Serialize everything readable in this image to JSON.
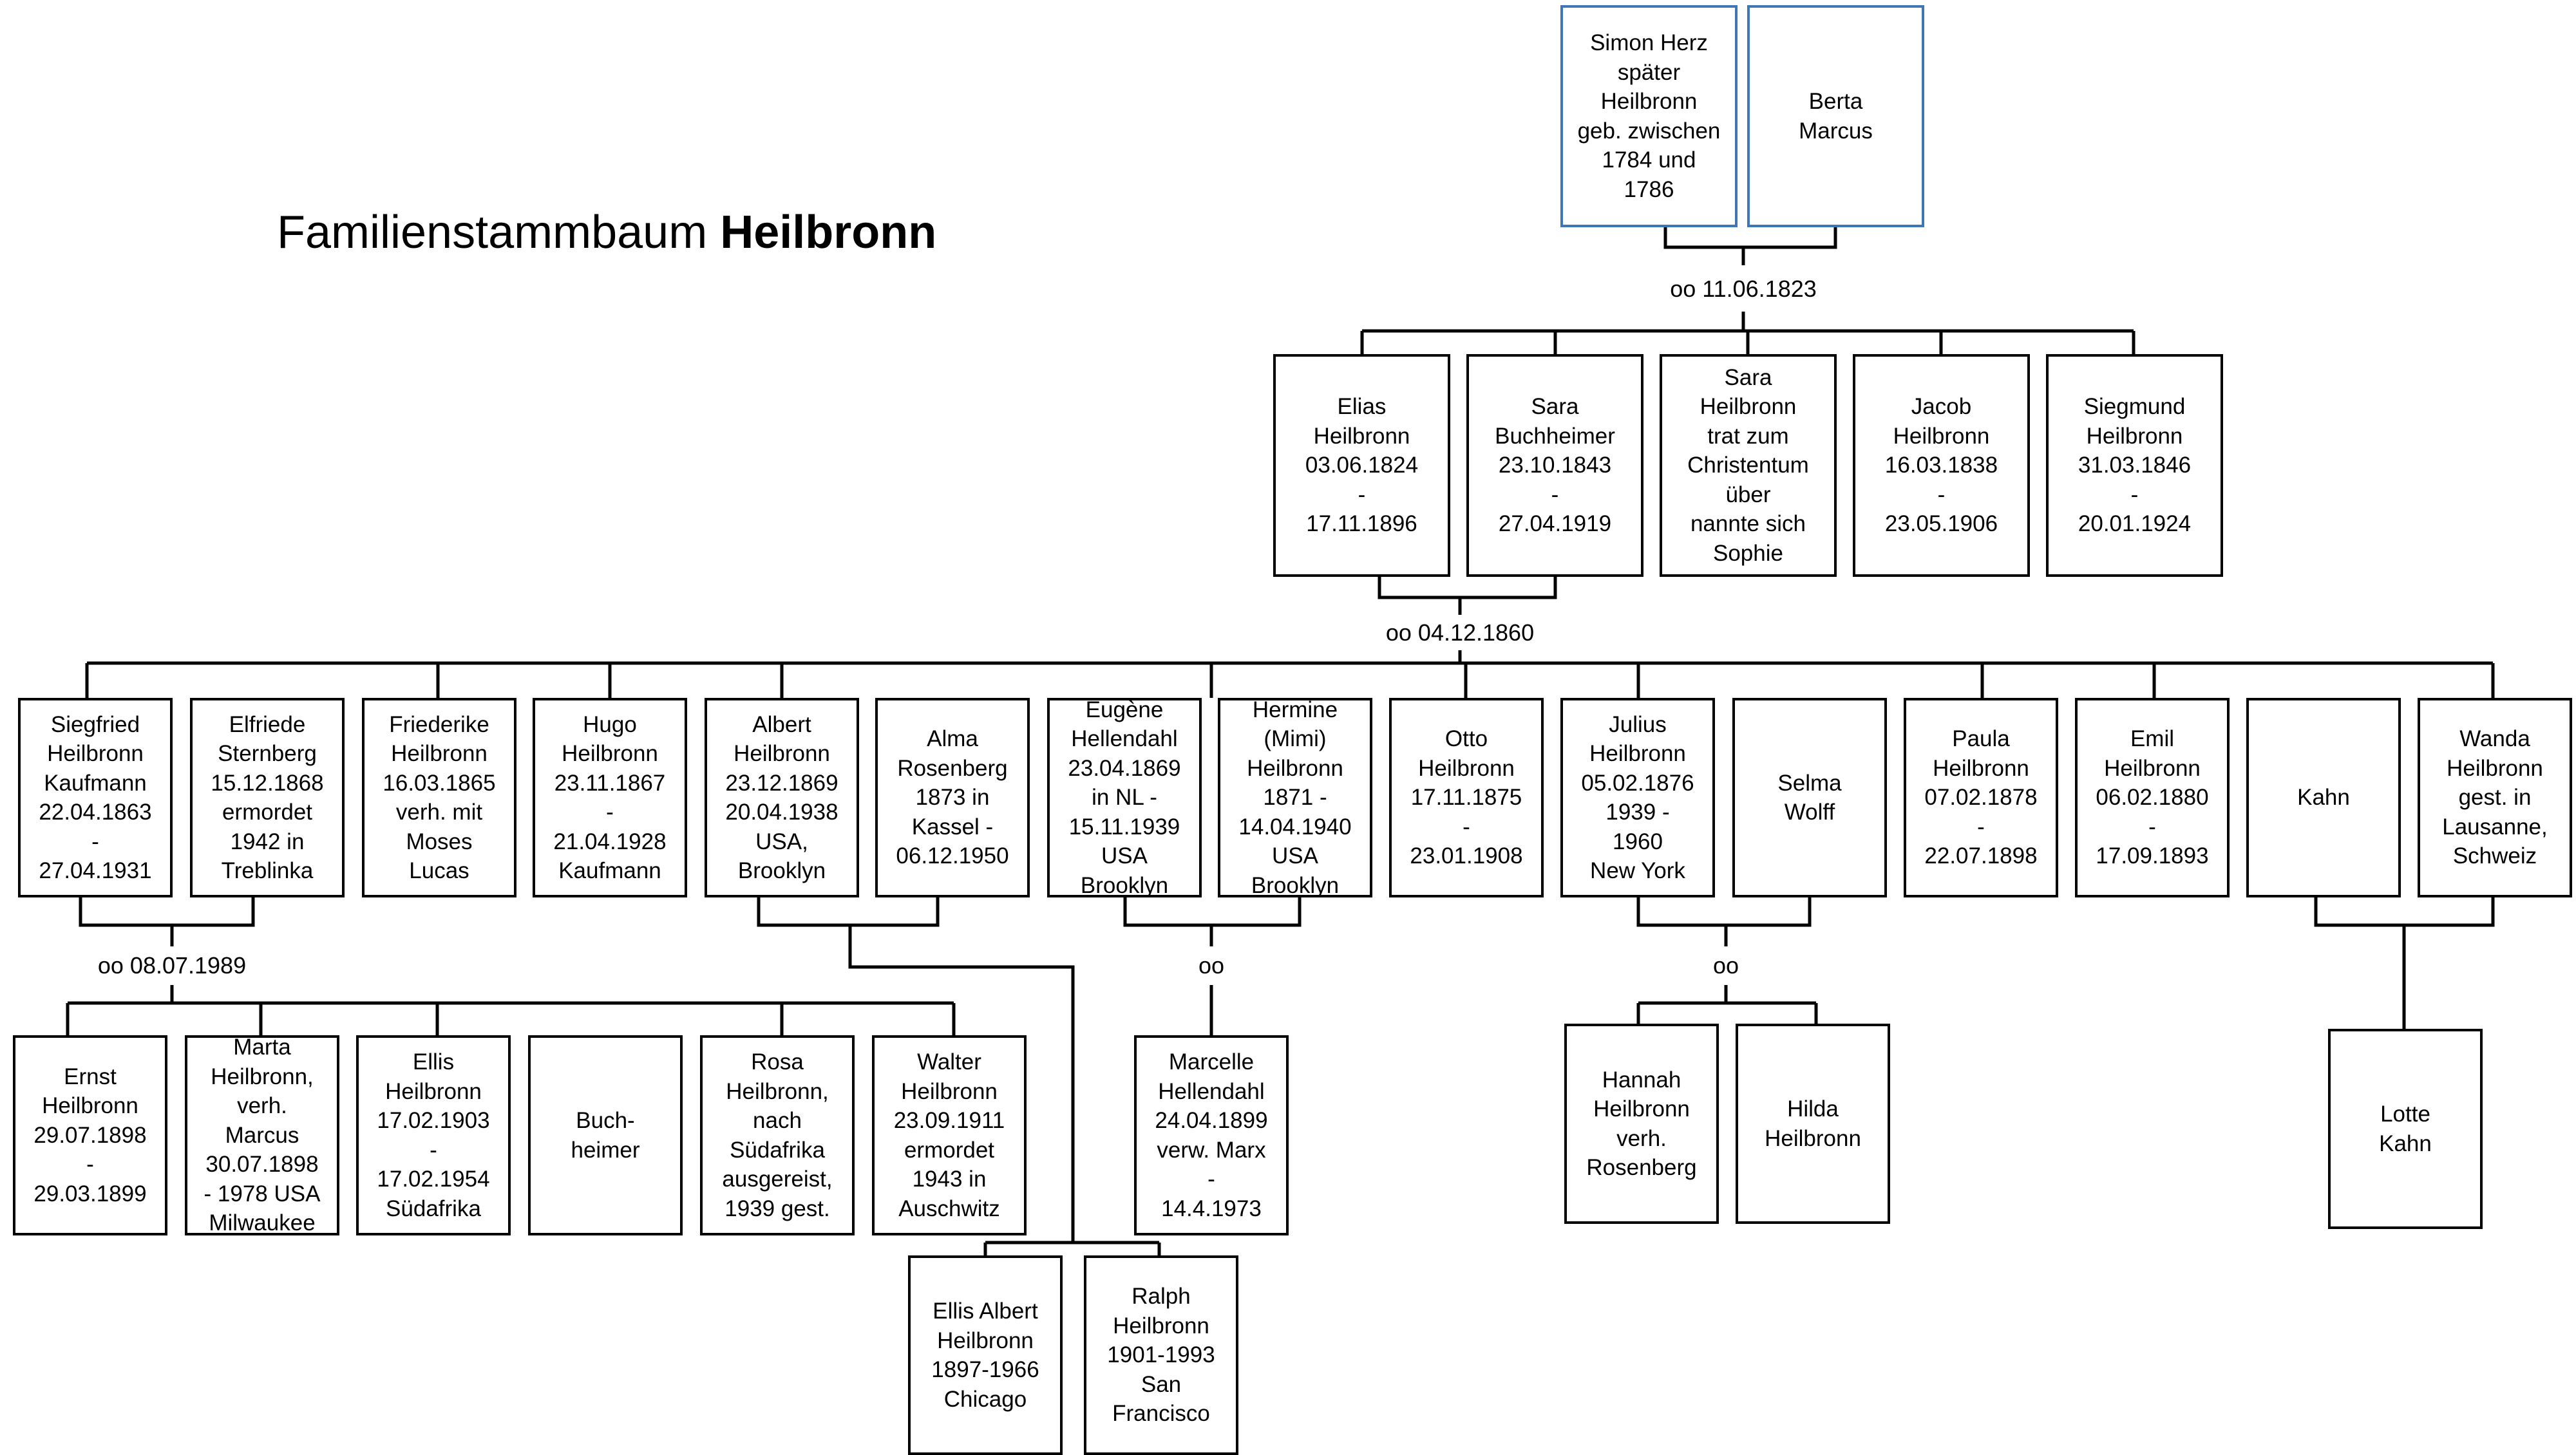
{
  "title": {
    "prefix": "Familienstammbaum",
    "name": "Heilbronn"
  },
  "persons": {
    "simon": "Simon Herz\nspäter\nHeilbronn\ngeb. zwischen\n1784 und\n1786",
    "berta": "Berta\nMarcus",
    "elias": "Elias\nHeilbronn\n03.06.1824\n-\n17.11.1896",
    "sara_b": "Sara\nBuchheimer\n23.10.1843\n-\n27.04.1919",
    "sara_h": "Sara\nHeilbronn\ntrat zum\nChristentum\nüber\nnannte sich\nSophie",
    "jacob": "Jacob\nHeilbronn\n16.03.1838\n-\n23.05.1906",
    "siegmund": "Siegmund\nHeilbronn\n31.03.1846\n-\n20.01.1924",
    "siegfried": "Siegfried\nHeilbronn\nKaufmann\n22.04.1863\n-\n27.04.1931",
    "elfriede": "Elfriede\nSternberg\n15.12.1868\nermordet\n1942 in\nTreblinka",
    "friederike": "Friederike\nHeilbronn\n16.03.1865\nverh. mit\nMoses\nLucas",
    "hugo": "Hugo\nHeilbronn\n23.11.1867\n-\n21.04.1928\nKaufmann",
    "albert": "Albert\nHeilbronn\n23.12.1869\n20.04.1938\nUSA,\nBrooklyn",
    "alma": "Alma\nRosenberg\n1873 in\nKassel -\n06.12.1950",
    "eugene": "Eugène\nHellendahl\n23.04.1869\nin NL -\n15.11.1939\nUSA\nBrooklyn",
    "hermine": "Hermine\n(Mimi)\nHeilbronn\n1871 -\n14.04.1940\nUSA\nBrooklyn",
    "otto": "Otto\nHeilbronn\n17.11.1875\n-\n23.01.1908",
    "julius": "Julius\nHeilbronn\n05.02.1876\n1939 -\n1960\nNew York",
    "selma": "Selma\nWolff",
    "paula": "Paula\nHeilbronn\n07.02.1878\n-\n22.07.1898",
    "emil": "Emil\nHeilbronn\n06.02.1880\n-\n17.09.1893",
    "kahn": "Kahn",
    "wanda": "Wanda\nHeilbronn\ngest. in\nLausanne,\nSchweiz",
    "ernst": "Ernst\nHeilbronn\n29.07.1898\n-\n29.03.1899",
    "marta": "Marta\nHeilbronn,\nverh.\nMarcus\n30.07.1898\n- 1978 USA\nMilwaukee",
    "ellis": "Ellis\nHeilbronn\n17.02.1903\n-\n17.02.1954\nSüdafrika",
    "buchheimer": "Buch-\nheimer",
    "rosa": "Rosa\nHeilbronn,\nnach\nSüdafrika\nausgereist,\n1939 gest.",
    "walter": "Walter\nHeilbronn\n23.09.1911\nermordet\n1943 in\nAuschwitz",
    "ellis_albert": "Ellis Albert\nHeilbronn\n1897-1966\nChicago",
    "ralph": "Ralph\nHeilbronn\n1901-1993\nSan\nFrancisco",
    "marcelle": "Marcelle\nHellendahl\n24.04.1899\nverw. Marx\n-\n14.4.1973",
    "hannah": "Hannah\nHeilbronn\nverh.\nRosenberg",
    "hilda": "Hilda\nHeilbronn",
    "lotte": "Lotte\nKahn"
  },
  "marriages": {
    "simon_berta": "oo 11.06.1823",
    "elias_sara": "oo 04.12.1860",
    "siegfried_elfriede": "oo 08.07.1989",
    "eugene_hermine": "oo",
    "julius_selma": "oo"
  }
}
